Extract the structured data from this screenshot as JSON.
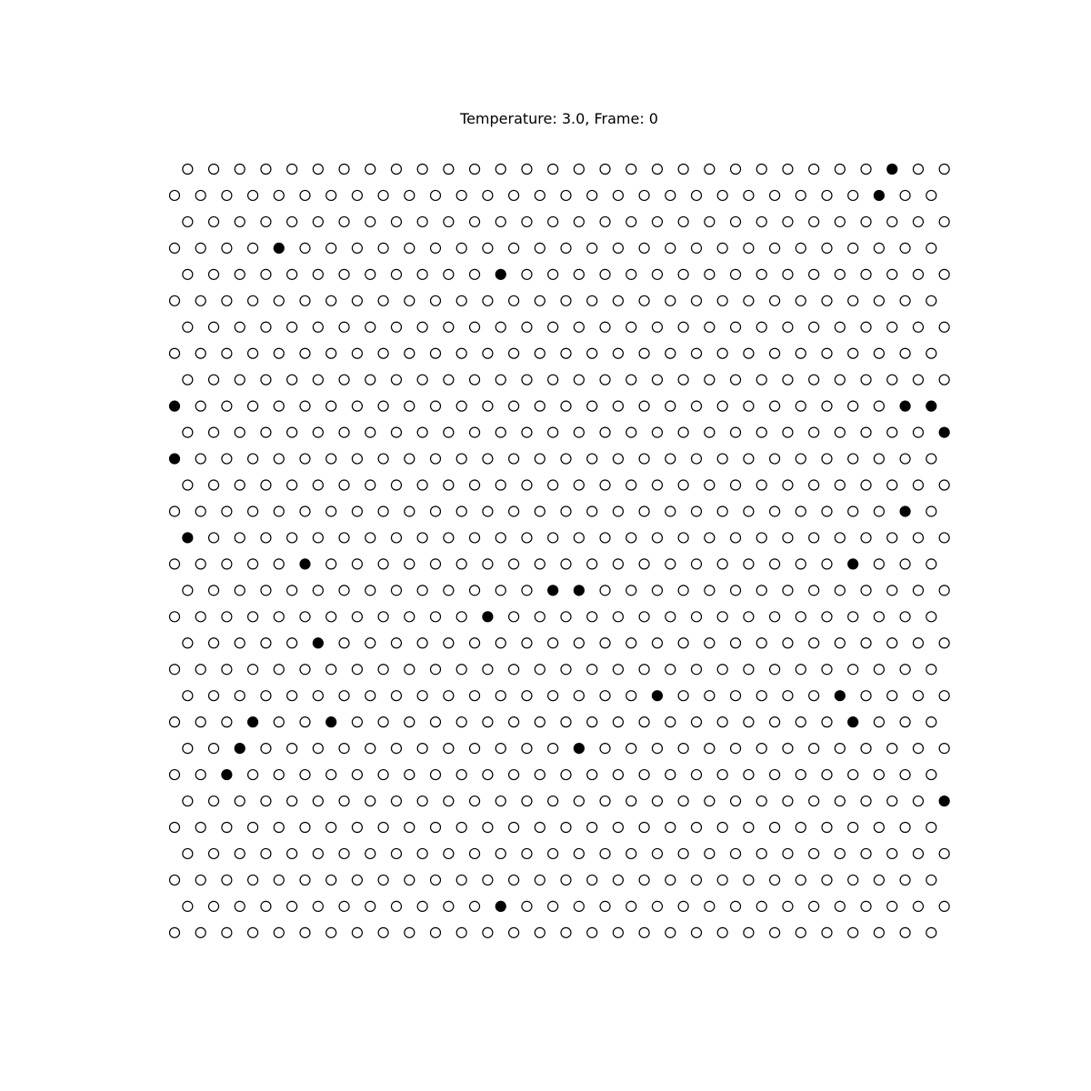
{
  "chart_data": {
    "type": "scatter",
    "title": "Temperature: 3.0, Frame: 0",
    "lattice": "triangular",
    "rows": 30,
    "columns": 30,
    "axes_visible": false,
    "grid": false,
    "legend": "none",
    "colors": {
      "filled": "#000000",
      "empty": "#ffffff",
      "stroke": "#000000"
    },
    "filled_sites": [
      [
        0,
        27
      ],
      [
        1,
        27
      ],
      [
        3,
        4
      ],
      [
        4,
        12
      ],
      [
        9,
        0
      ],
      [
        9,
        28
      ],
      [
        9,
        29
      ],
      [
        10,
        29
      ],
      [
        11,
        0
      ],
      [
        13,
        28
      ],
      [
        14,
        0
      ],
      [
        15,
        5
      ],
      [
        15,
        26
      ],
      [
        16,
        14
      ],
      [
        16,
        15
      ],
      [
        17,
        12
      ],
      [
        18,
        5
      ],
      [
        20,
        18
      ],
      [
        20,
        25
      ],
      [
        21,
        3
      ],
      [
        21,
        6
      ],
      [
        21,
        26
      ],
      [
        22,
        2
      ],
      [
        22,
        15
      ],
      [
        23,
        2
      ],
      [
        24,
        29
      ],
      [
        28,
        12
      ]
    ]
  }
}
